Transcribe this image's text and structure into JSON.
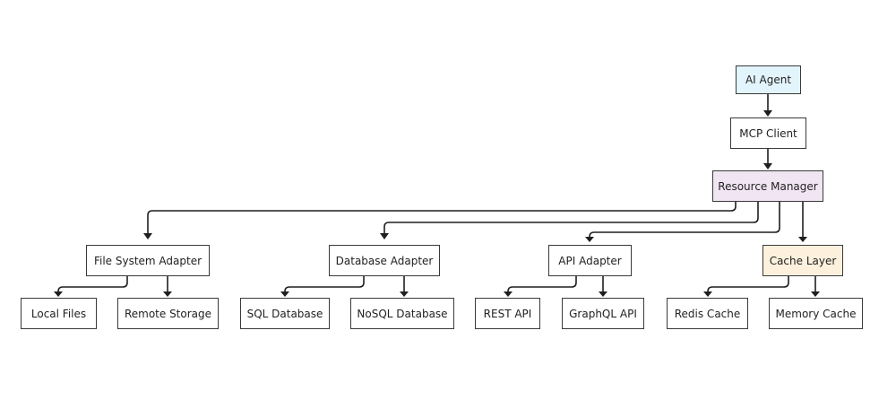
{
  "colors": {
    "default_fill": "#ffffff",
    "border": "#3a3a3a",
    "edge": "#1f1f1f",
    "text": "#222222",
    "agent_fill": "#e3f5fc",
    "manager_fill": "#f1e4f3",
    "cache_fill": "#fdf1dd"
  },
  "nodes": {
    "ai_agent": {
      "label": "AI Agent"
    },
    "mcp_client": {
      "label": "MCP Client"
    },
    "resource_manager": {
      "label": "Resource Manager"
    },
    "file_system_adapter": {
      "label": "File System Adapter"
    },
    "database_adapter": {
      "label": "Database Adapter"
    },
    "api_adapter": {
      "label": "API Adapter"
    },
    "cache_layer": {
      "label": "Cache Layer"
    },
    "local_files": {
      "label": "Local Files"
    },
    "remote_storage": {
      "label": "Remote Storage"
    },
    "sql_database": {
      "label": "SQL Database"
    },
    "nosql_database": {
      "label": "NoSQL Database"
    },
    "rest_api": {
      "label": "REST API"
    },
    "graphql_api": {
      "label": "GraphQL API"
    },
    "redis_cache": {
      "label": "Redis Cache"
    },
    "memory_cache": {
      "label": "Memory Cache"
    }
  },
  "edges": [
    {
      "from": "ai_agent",
      "to": "mcp_client"
    },
    {
      "from": "mcp_client",
      "to": "resource_manager"
    },
    {
      "from": "resource_manager",
      "to": "file_system_adapter"
    },
    {
      "from": "resource_manager",
      "to": "database_adapter"
    },
    {
      "from": "resource_manager",
      "to": "api_adapter"
    },
    {
      "from": "resource_manager",
      "to": "cache_layer"
    },
    {
      "from": "file_system_adapter",
      "to": "local_files"
    },
    {
      "from": "file_system_adapter",
      "to": "remote_storage"
    },
    {
      "from": "database_adapter",
      "to": "sql_database"
    },
    {
      "from": "database_adapter",
      "to": "nosql_database"
    },
    {
      "from": "api_adapter",
      "to": "rest_api"
    },
    {
      "from": "api_adapter",
      "to": "graphql_api"
    },
    {
      "from": "cache_layer",
      "to": "redis_cache"
    },
    {
      "from": "cache_layer",
      "to": "memory_cache"
    }
  ]
}
